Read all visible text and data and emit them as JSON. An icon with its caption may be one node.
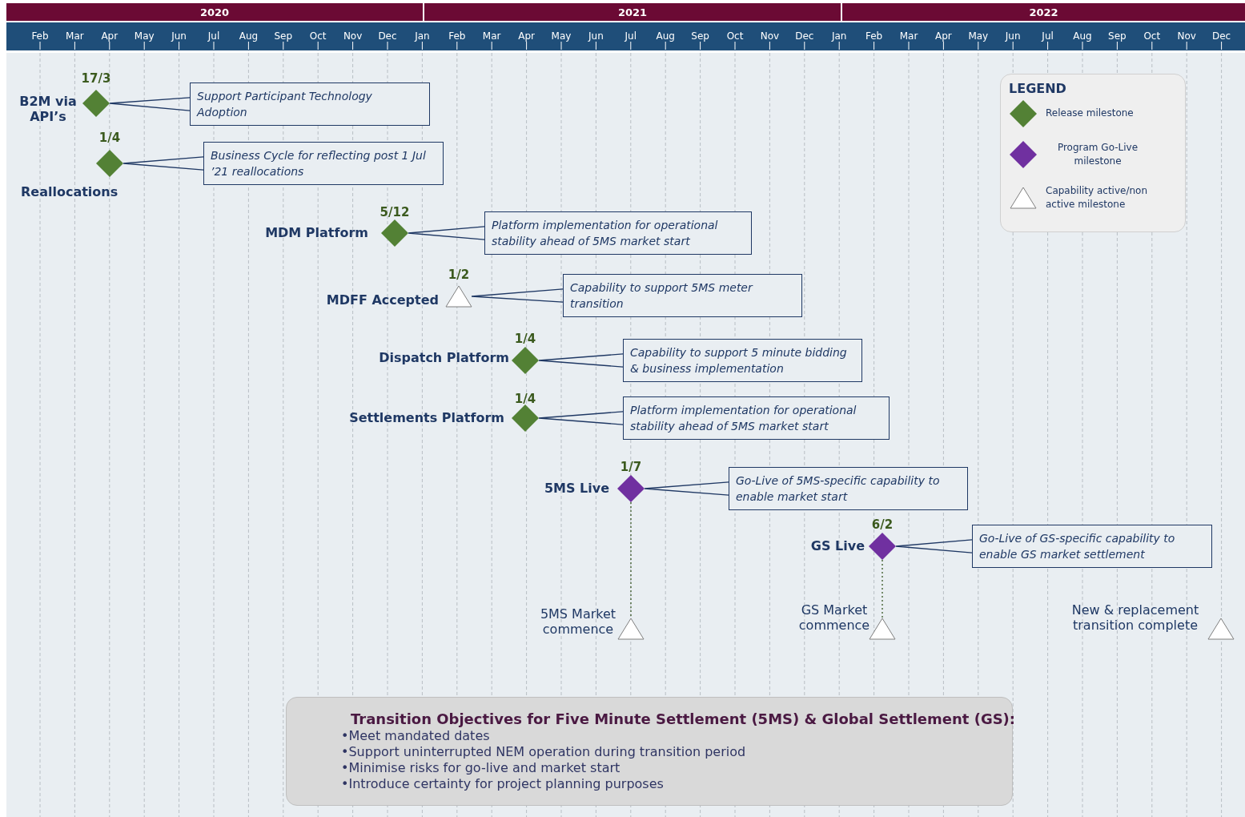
{
  "diagram": {
    "nodes": [
      {
        "text": [],
        "shape": "diamond",
        "beside": [
          "17/3",
          "B2M via API’s"
        ]
      },
      {
        "text": [
          "Support Participant Technology Adoption"
        ]
      },
      {
        "text": [],
        "shape": "diamond",
        "beside": [
          "1/4",
          "Reallocations"
        ]
      },
      {
        "text": [
          "Business Cycle for reflecting post 1 Jul ’21 reallocations"
        ]
      },
      {
        "text": [],
        "shape": "diamond",
        "beside": [
          "5/12",
          "MDM Platform"
        ]
      },
      {
        "text": [
          "Platform implementation for operational stability ahead of 5MS market start"
        ]
      },
      {
        "text": [],
        "shape": "triangle",
        "beside": [
          "1/2",
          "MDFF Accepted"
        ]
      },
      {
        "text": [
          "Capability to support 5MS meter transition"
        ]
      },
      {
        "text": [],
        "shape": "diamond",
        "beside": [
          "1/4",
          "Dispatch Platform"
        ]
      },
      {
        "text": [
          "Capability to support 5 minute bidding & business implementation"
        ]
      },
      {
        "text": [],
        "shape": "diamond",
        "beside": [
          "1/4",
          "Settlements Platform"
        ]
      },
      {
        "text": [
          "Platform implementation for operational stability ahead of 5MS market start"
        ]
      },
      {
        "text": [],
        "shape": "diamond",
        "beside": [
          "1/7",
          "5MS Live"
        ]
      },
      {
        "text": [
          "Go-Live of 5MS-specific capability to enable market start"
        ]
      },
      {
        "text": [],
        "shape": "diamond",
        "beside": [
          "6/2",
          "GS Live"
        ]
      },
      {
        "text": [
          "Go-Live of GS-specific capability to enable GS market settlement"
        ]
      },
      {
        "text": [],
        "shape": "triangle",
        "beside": [
          "5MS Market commence"
        ]
      },
      {
        "text": [],
        "shape": "triangle",
        "beside": [
          "GS Market commence"
        ]
      },
      {
        "text": [],
        "shape": "triangle",
        "beside": [
          "New & replacement transition complete"
        ]
      },
      {
        "text": [
          "Transition Objectives for Five Minute Settlement (5MS) & Global Settlement (GS):",
          "•Meet mandated dates",
          "•Support uninterrupted NEM operation during transition period",
          "•Minimise risks for go-live and market start",
          "•Introduce certainty for project planning purposes"
        ]
      }
    ],
    "edges": [
      {
        "from": 0,
        "to": 1,
        "arrow": "none"
      },
      {
        "from": 2,
        "to": 3,
        "arrow": "none"
      },
      {
        "from": 4,
        "to": 5,
        "arrow": "none"
      },
      {
        "from": 6,
        "to": 7,
        "arrow": "none"
      },
      {
        "from": 8,
        "to": 9,
        "arrow": "none"
      },
      {
        "from": 10,
        "to": 11,
        "arrow": "none"
      },
      {
        "from": 12,
        "to": 13,
        "arrow": "none"
      },
      {
        "from": 14,
        "to": 15,
        "arrow": "none"
      },
      {
        "from": 12,
        "to": 16,
        "arrow": "none",
        "style": "dashed",
        "color": "#375623"
      },
      {
        "from": 14,
        "to": 17,
        "arrow": "none",
        "style": "dashed",
        "color": "#375623"
      }
    ],
    "labels": [
      "2020",
      "2021",
      "2022",
      "Feb",
      "Mar",
      "Apr",
      "May",
      "Jun",
      "Jul",
      "Aug",
      "Sep",
      "Oct",
      "Nov",
      "Dec",
      "Jan",
      "Feb",
      "Mar",
      "Apr",
      "May",
      "Jun",
      "Jul",
      "Aug",
      "Sep",
      "Oct",
      "Nov",
      "Dec",
      "Jan",
      "Feb",
      "Mar",
      "Apr",
      "May",
      "Jun",
      "Jul",
      "Aug",
      "Sep",
      "Oct",
      "Nov",
      "Dec",
      "LEGEND"
    ],
    "legend": [
      {
        "text": "Release milestone"
      },
      {
        "text": "Program Go-Live milestone"
      },
      {
        "text": "Capability active/non active milestone"
      }
    ]
  }
}
